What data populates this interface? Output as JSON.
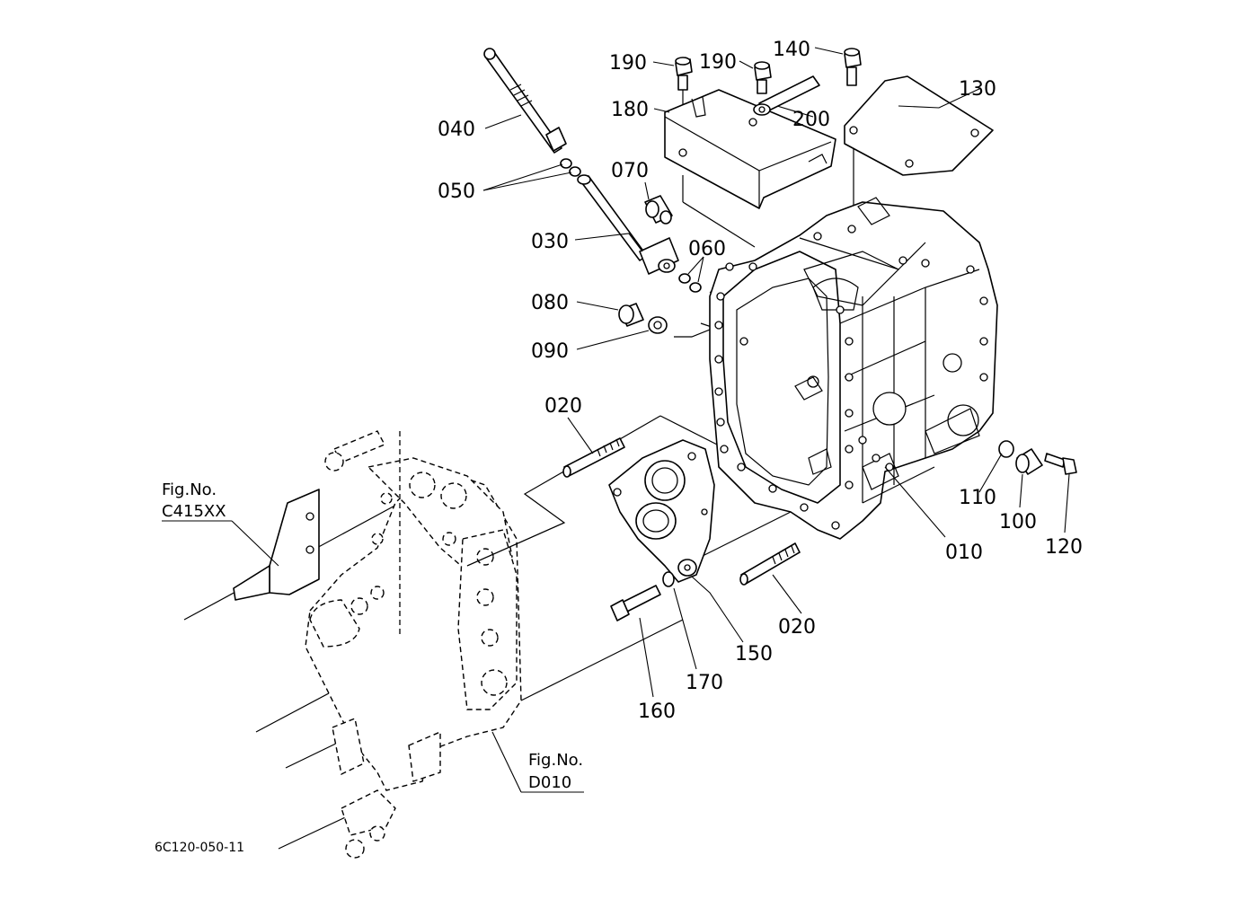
{
  "diagram": {
    "parts": [
      {
        "id": "p190a",
        "label": "190"
      },
      {
        "id": "p190b",
        "label": "190"
      },
      {
        "id": "p140",
        "label": "140"
      },
      {
        "id": "p130",
        "label": "130"
      },
      {
        "id": "p180",
        "label": "180"
      },
      {
        "id": "p200",
        "label": "200"
      },
      {
        "id": "p040",
        "label": "040"
      },
      {
        "id": "p050",
        "label": "050"
      },
      {
        "id": "p070",
        "label": "070"
      },
      {
        "id": "p030",
        "label": "030"
      },
      {
        "id": "p060",
        "label": "060"
      },
      {
        "id": "p080",
        "label": "080"
      },
      {
        "id": "p090",
        "label": "090"
      },
      {
        "id": "p020a",
        "label": "020"
      },
      {
        "id": "p020b",
        "label": "020"
      },
      {
        "id": "p110",
        "label": "110"
      },
      {
        "id": "p100",
        "label": "100"
      },
      {
        "id": "p120",
        "label": "120"
      },
      {
        "id": "p010",
        "label": "010"
      },
      {
        "id": "p150",
        "label": "150"
      },
      {
        "id": "p170",
        "label": "170"
      },
      {
        "id": "p160",
        "label": "160"
      }
    ],
    "references": [
      {
        "id": "ref-c415",
        "line1": "Fig.No.",
        "line2": "C415XX"
      },
      {
        "id": "ref-d010",
        "line1": "Fig.No.",
        "line2": "D010"
      }
    ],
    "drawing_code": "6C120-050-11"
  }
}
